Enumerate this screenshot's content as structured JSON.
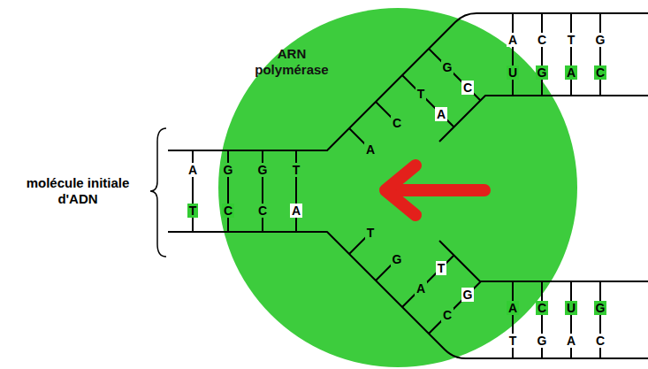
{
  "diagram": {
    "nodes": [
      {
        "text": [
          "ARN polymérase"
        ]
      }
    ],
    "labels": [
      "molécule initiale d'ADN",
      "A",
      "G",
      "G",
      "T",
      "T",
      "C",
      "C",
      "A",
      "A",
      "C",
      "T",
      "G",
      "A",
      "C",
      "A",
      "C",
      "T",
      "G",
      "U",
      "G",
      "A",
      "C",
      "T",
      "G",
      "A",
      "C",
      "T",
      "G",
      "A",
      "C",
      "U",
      "G",
      "T",
      "G",
      "A",
      "C"
    ]
  }
}
